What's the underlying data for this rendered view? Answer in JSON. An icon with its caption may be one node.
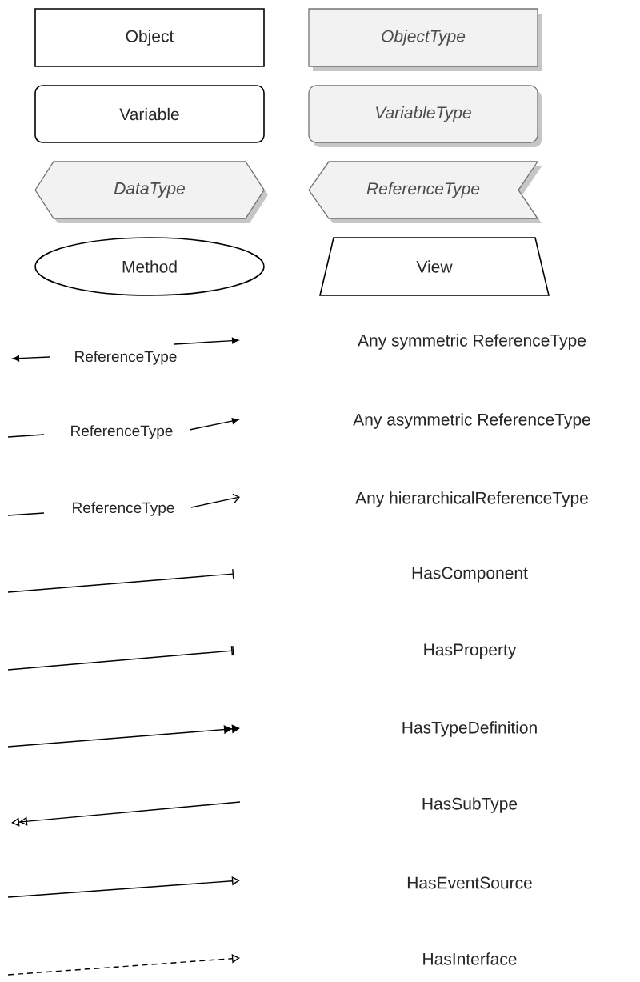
{
  "diagram": {
    "nodes": [
      {
        "text": [
          "Object"
        ]
      },
      {
        "text": [
          "ObjectType"
        ]
      },
      {
        "text": [
          "Variable"
        ]
      },
      {
        "text": [
          "VariableType"
        ]
      },
      {
        "text": [
          "DataType"
        ]
      },
      {
        "text": [
          "ReferenceType"
        ]
      },
      {
        "text": [
          "Method"
        ]
      },
      {
        "text": [
          "View"
        ]
      }
    ],
    "labels": [
      "ReferenceType",
      "ReferenceType",
      "ReferenceType"
    ],
    "legend": [
      {
        "text": "Any symmetric ReferenceType"
      },
      {
        "text": "Any asymmetric ReferenceType"
      },
      {
        "text": "Any hierarchicalReferenceType"
      },
      {
        "text": "HasComponent"
      },
      {
        "text": "HasProperty"
      },
      {
        "text": "HasTypeDefinition"
      },
      {
        "text": "HasSubType"
      },
      {
        "text": "HasEventSource"
      },
      {
        "text": "HasInterface"
      }
    ]
  }
}
